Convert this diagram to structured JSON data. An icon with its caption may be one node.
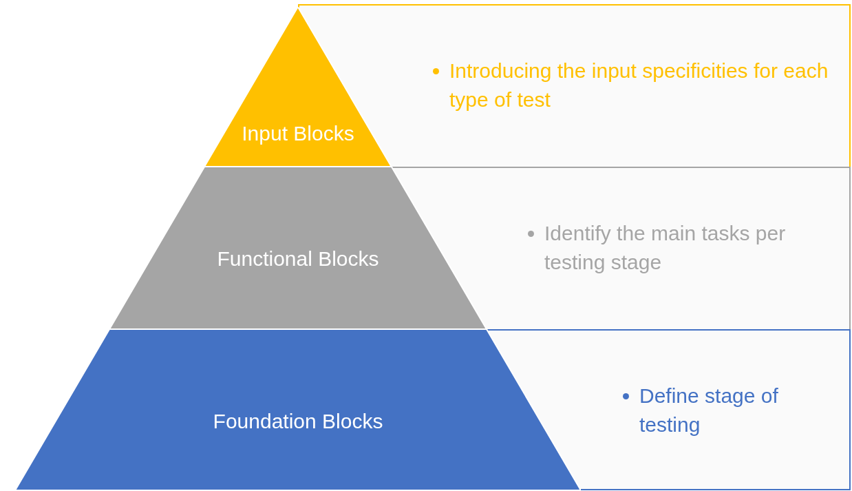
{
  "diagram": {
    "nodes": [
      {
        "text": [
          "Input Blocks"
        ]
      },
      {
        "text": [
          "Introducing the input specificities for each type of test"
        ]
      },
      {
        "text": [
          "Functional Blocks"
        ]
      },
      {
        "text": [
          "Identify the main tasks per testing stage"
        ]
      },
      {
        "text": [
          "Foundation Blocks"
        ]
      },
      {
        "text": [
          "Define stage of testing"
        ]
      }
    ],
    "edges": []
  }
}
